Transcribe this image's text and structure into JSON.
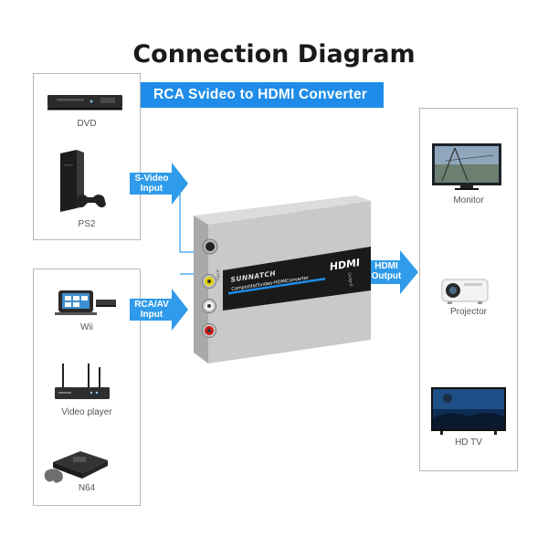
{
  "title": "Connection Diagram",
  "subtitle": "RCA Svideo to HDMI Converter",
  "inputs": {
    "svideo": {
      "line1": "S-Video",
      "line2": "Input"
    },
    "rca": {
      "line1": "RCA/AV",
      "line2": "Input"
    }
  },
  "output": {
    "line1": "HDMI",
    "line2": "Output"
  },
  "sources_top": [
    {
      "label": "DVD",
      "icon": "dvd-player-icon"
    },
    {
      "label": "PS2",
      "icon": "ps2-console-icon"
    }
  ],
  "sources_bottom": [
    {
      "label": "Wii",
      "icon": "wii-console-icon"
    },
    {
      "label": "Video player",
      "icon": "video-player-icon"
    },
    {
      "label": "N64",
      "icon": "n64-console-icon"
    }
  ],
  "displays": [
    {
      "label": "Monitor",
      "icon": "monitor-icon"
    },
    {
      "label": "Projector",
      "icon": "projector-icon"
    },
    {
      "label": "HD TV",
      "icon": "hd-tv-icon"
    }
  ],
  "converter": {
    "brand": "SUNNATCH",
    "model": "Composite/Svideo-HDMIConverter",
    "hdmi_logo": "HDMI",
    "input_side_label": "Input",
    "output_side_label": "Output"
  },
  "colors": {
    "accent": "#1e8ce8",
    "arrow": "#2f9bea",
    "box_border": "#b8b8b8"
  }
}
